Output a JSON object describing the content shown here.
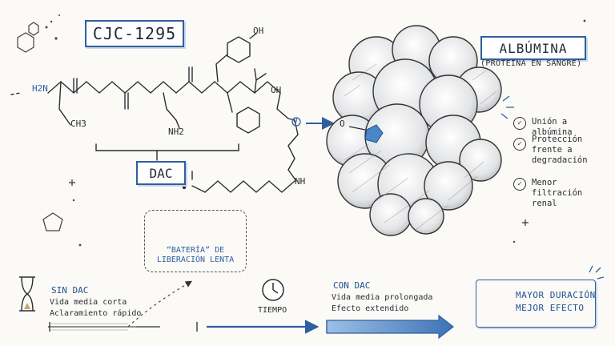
{
  "peptide": {
    "title": "CJC-1295",
    "atoms": {
      "h2n": "H2N",
      "ch3": "CH3",
      "nh2": "NH2",
      "oh_top": "OH",
      "oh_acid": "OH",
      "o_ester": "O",
      "nh_link": "NH"
    }
  },
  "dac": {
    "label": "DAC"
  },
  "battery": {
    "line1": "“BATERÍA” DE",
    "line2": "LIBERACIÓN LENTA"
  },
  "albumin": {
    "title": "ALBÚMINA",
    "subtitle": "(PROTEÍNA EN SANGRE)",
    "o_label": "O",
    "benefits": [
      {
        "label": "Unión a albúmina"
      },
      {
        "label": "Protección frente a degradación"
      },
      {
        "label": "Menor filtración renal"
      }
    ]
  },
  "timeline": {
    "without": {
      "title": "SIN DAC",
      "line1": "Vida media corta",
      "line2": "Aclaramiento rápido"
    },
    "time_label": "TIEMPO",
    "with": {
      "title": "CON DAC",
      "line1": "Vida media prolongada",
      "line2": "Efecto extendido"
    }
  },
  "result": {
    "line1": "MAYOR DURACIÓN",
    "line2": "MEJOR EFECTO"
  },
  "colors": {
    "accent": "#2f5f9e",
    "ink": "#2a2d33",
    "blue_fill": "#4a86c8"
  }
}
